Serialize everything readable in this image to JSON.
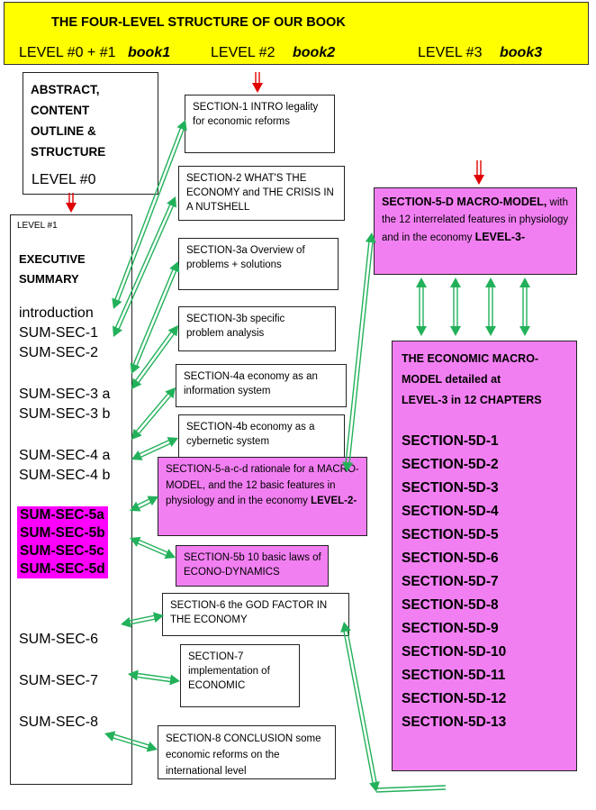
{
  "header": {
    "title": "THE FOUR-LEVEL STRUCTURE OF OUR BOOK",
    "level01": "LEVEL #0 + #1",
    "book1": "book1",
    "level2": "LEVEL #2",
    "book2": "book2",
    "level3": "LEVEL #3",
    "book3": "book3"
  },
  "abstract": {
    "title_lines": [
      "ABSTRACT,",
      "CONTENT",
      "OUTLINE &",
      "STRUCTURE"
    ],
    "level": "LEVEL #0"
  },
  "exec": {
    "level": "LEVEL #1",
    "title_lines": [
      "EXECUTIVE",
      "SUMMARY"
    ],
    "intro": "introduction",
    "sum1": "SUM-SEC-1",
    "sum2": "SUM-SEC-2",
    "sum3a": "SUM-SEC-3 a",
    "sum3b": "SUM-SEC-3 b",
    "sum4a": "SUM-SEC-4 a",
    "sum4b": "SUM-SEC-4 b",
    "sum5a": "SUM-SEC-5a",
    "sum5b": "SUM-SEC-5b",
    "sum5c": "SUM-SEC-5c",
    "sum5d": "SUM-SEC-5d",
    "sum6": "SUM-SEC-6",
    "sum7": "SUM-SEC-7",
    "sum8": "SUM-SEC-8"
  },
  "sections": {
    "s1": "SECTION-1 INTRO legality for economic reforms",
    "s2": "SECTION-2 WHAT'S THE ECONOMY and THE CRISIS IN A NUTSHELL",
    "s3a": "SECTION-3a Overview of problems + solutions",
    "s3b": "SECTION-3b specific problem analysis",
    "s4a": "SECTION-4a economy as an information system",
    "s4b": "SECTION-4b economy as a cybernetic system",
    "s5acd": "SECTION-5-a-c-d rationale for a MACRO-MODEL, and the 12 basic features in physiology and in the economy",
    "s5acd_level": "LEVEL-2-",
    "s5b": "SECTION-5b 10 basic laws of ECONO-DYNAMICS",
    "s6": "SECTION-6 the GOD FACTOR IN THE ECONOMY",
    "s7": "SECTION-7 implementation of ECONOMIC",
    "s8": "SECTION-8 CONCLUSION some economic reforms on the international level"
  },
  "macro": {
    "title": "SECTION-5-D  MACRO-MODEL,",
    "text": "with the 12 interrelated features in physiology and in the economy",
    "level": "LEVEL-3-"
  },
  "detail": {
    "title_lines": [
      "THE ECONOMIC MACRO-",
      "MODEL detailed at",
      "LEVEL-3 in 12 CHAPTERS"
    ],
    "items": [
      "SECTION-5D-1",
      "SECTION-5D-2",
      "SECTION-5D-3",
      "SECTION-5D-4",
      "SECTION-5D-5",
      "SECTION-5D-6",
      "SECTION-5D-7",
      "SECTION-5D-8",
      "SECTION-5D-9",
      "SECTION-5D-10",
      "SECTION-5D-11",
      "SECTION-5D-12",
      "SECTION-5D-13"
    ]
  },
  "colors": {
    "header_bg": "#ffff00",
    "pink": "#f27ff2",
    "magenta": "#ff00ff",
    "arrow_green": "#22b15a",
    "arrow_red": "#e00000"
  }
}
